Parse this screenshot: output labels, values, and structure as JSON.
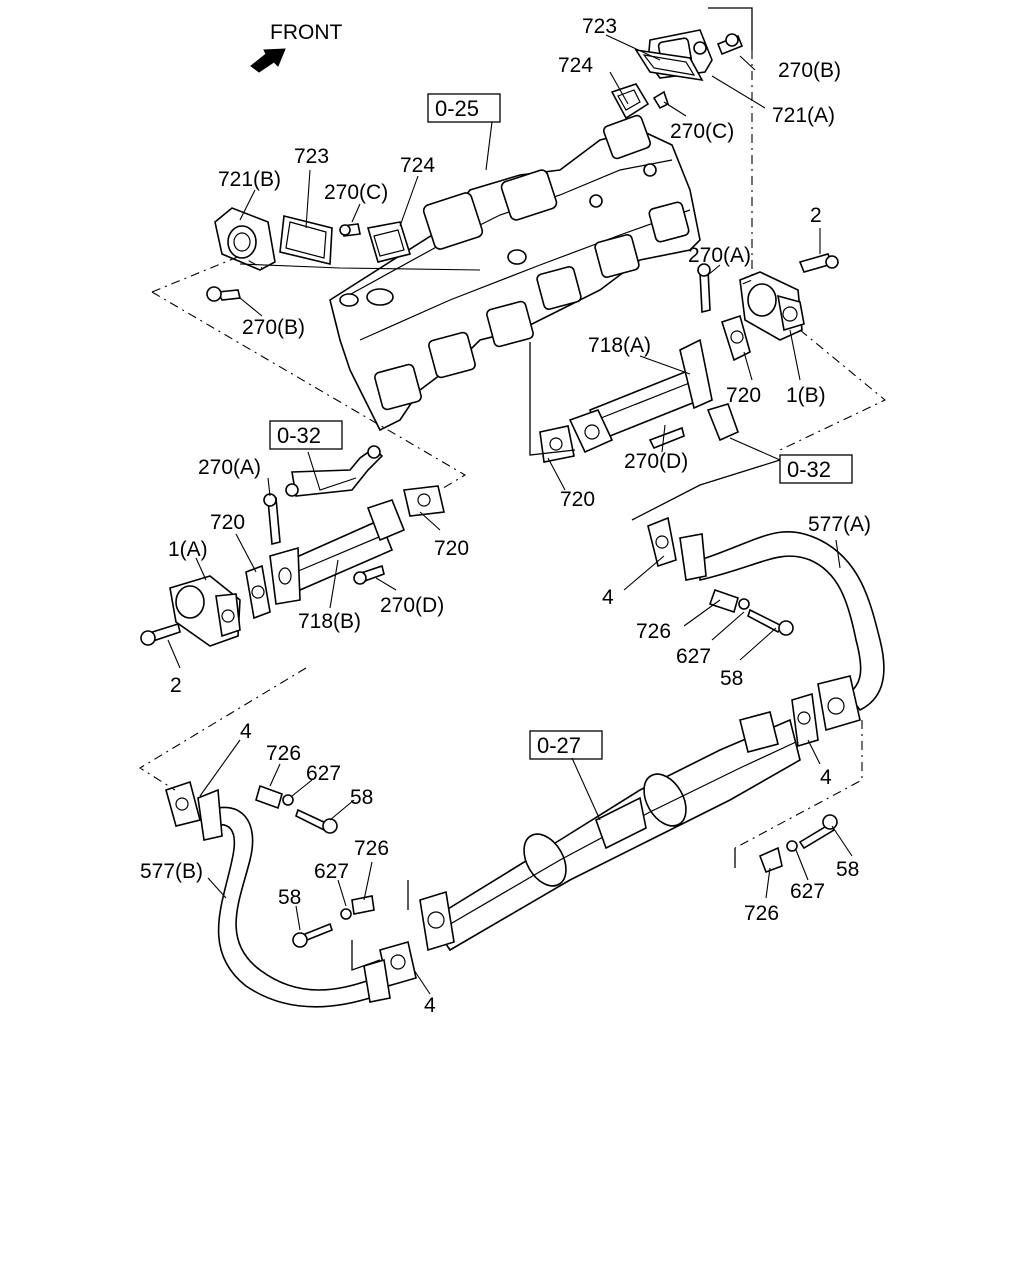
{
  "front_indicator": {
    "label": "FRONT",
    "icon": "front-arrow-icon"
  },
  "reference_boxes": {
    "ref_0_25": "0-25",
    "ref_0_32_left": "0-32",
    "ref_0_32_right": "0-32",
    "ref_0_27": "0-27"
  },
  "callouts": {
    "c723_top": "723",
    "c724_top": "724",
    "c270b_top": "270(B)",
    "c721a": "721(A)",
    "c270c_top": "270(C)",
    "c723_left": "723",
    "c721b": "721(B)",
    "c724_left": "724",
    "c270c_left": "270(C)",
    "c270b_left": "270(B)",
    "c2_right": "2",
    "c270a_right": "270(A)",
    "c718a": "718(A)",
    "c720_right_a": "720",
    "c1b": "1(B)",
    "c270d_right": "270(D)",
    "c720_right_b": "720",
    "c270a_left": "270(A)",
    "c720_left_a": "720",
    "c1a": "1(A)",
    "c720_left_b": "720",
    "c270d_left": "270(D)",
    "c718b": "718(B)",
    "c2_left": "2",
    "c577a": "577(A)",
    "c4_right_top": "4",
    "c726_right_top": "726",
    "c627_right_top": "627",
    "c58_right_top": "58",
    "c4_right_mid": "4",
    "c4_left_top": "4",
    "c726_left_top": "726",
    "c627_left_top": "627",
    "c58_left_top": "58",
    "c577b": "577(B)",
    "c726_left_bot": "726",
    "c627_left_bot": "627",
    "c58_left_bot": "58",
    "c4_bottom": "4",
    "c58_right_bot": "58",
    "c627_right_bot": "627",
    "c726_right_bot": "726"
  }
}
